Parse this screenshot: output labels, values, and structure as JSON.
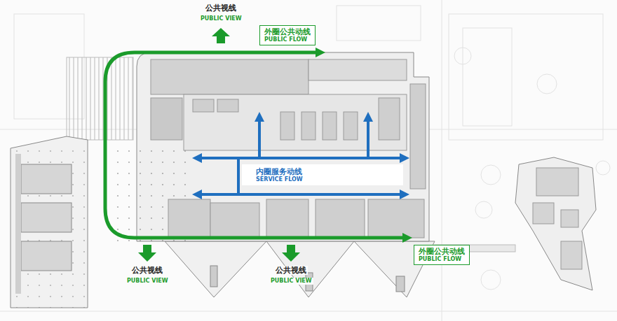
{
  "diagram": {
    "nodes": [
      {
        "text": [
          "外圈公共动线",
          "PUBLIC FLOW"
        ]
      },
      {
        "text": [
          "内圈服务动线",
          "SERVICE FLOW"
        ]
      },
      {
        "text": [
          "外圈公共动线",
          "PUBLIC FLOW"
        ]
      }
    ],
    "labels": [
      "公共视线",
      "PUBLIC VIEW",
      "公共视线",
      "PUBLIC VIEW",
      "公共视线",
      "PUBLIC VIEW"
    ]
  }
}
